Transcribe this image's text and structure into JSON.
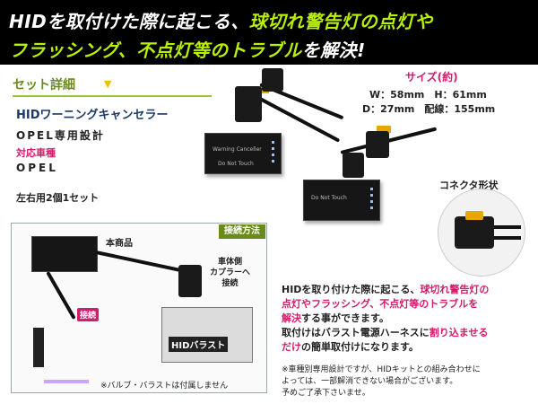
{
  "banner": {
    "line1_a": "HIDを取付けた際に起こる、",
    "line1_b": "球切れ警告灯の点灯や",
    "line2_a": "フラッシング、不点灯等のトラブル",
    "line2_b": "を解決!"
  },
  "details": {
    "heading": "セット詳細",
    "product_name": "HIDワーニングキャンセラー",
    "design": "OPEL専用設計",
    "compat_label": "対応車種",
    "compat_value": "OPEL",
    "pair": "左右用2個1セット"
  },
  "size": {
    "heading": "サイズ(約)",
    "row1": "W：58mm　H：61mm",
    "row2": "D：27mm　配線：155mm"
  },
  "device": {
    "top_label": "Warning Canceller",
    "warn_label": "Do Not Touch"
  },
  "connector": {
    "label": "コネクタ形状"
  },
  "inset": {
    "tab": "接続方法",
    "main_label": "本商品",
    "side_note_1": "車体側",
    "side_note_2": "カプラーへ",
    "side_note_3": "接続",
    "connect_tag": "接続",
    "ballast_label": "HIDバラスト",
    "sold_separately": "※バルブ・バラストは付属しません"
  },
  "description": {
    "p1_a": "HIDを取り付けた際に起こる、",
    "p1_b": "球切れ警告灯の",
    "p2_a": "点灯や",
    "p2_b": "フラッシング、不点灯等のトラブルを",
    "p3_a": "解決",
    "p3_b": "する事ができます。",
    "p4_a": "取付けはバラスト電源ハーネスに",
    "p4_b": "割り込ませる",
    "p5_a": "だけ",
    "p5_b": "の簡単取付けになります。"
  },
  "notes": {
    "n1": "※車種別専用設計ですが、HIDキットとの組み合わせに",
    "n2": "よっては、一部解消できない場合がございます。",
    "n3": "予めご了承下さいませ。"
  },
  "colors": {
    "accent_green": "#b8f000",
    "accent_magenta": "#d21c6c",
    "section_green": "#6a8a1c"
  }
}
